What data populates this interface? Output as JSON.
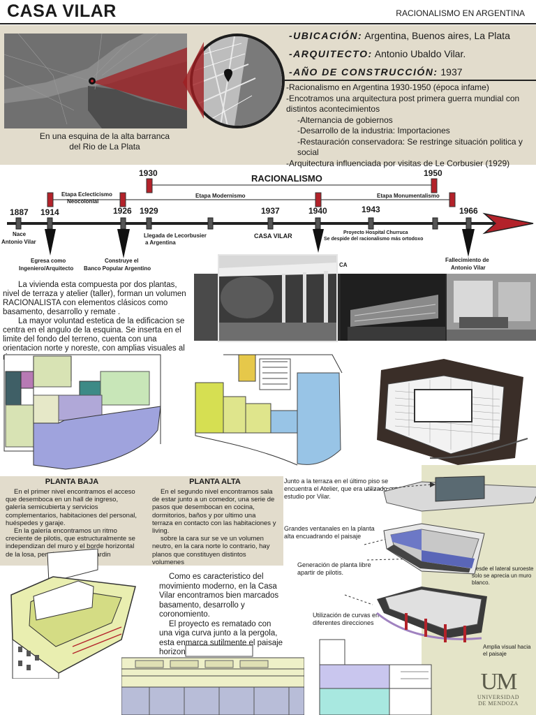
{
  "header": {
    "title": "CASA VILAR",
    "subtitle": "RACIONALISMO EN ARGENTINA"
  },
  "location": {
    "caption_line1": "En una esquina de la alta barranca",
    "caption_line2": "del Rio de La Plata"
  },
  "info": {
    "ubicacion_label": "-UBICACIÓN:",
    "ubicacion_value": " Argentina, Buenos aires, La Plata",
    "arquitecto_label": "-ARQUITECTO:",
    "arquitecto_value": " Antonio Ubaldo Vilar.",
    "anio_label": "-AÑO DE CONSTRUCCIÓN:",
    "anio_value": " 1937"
  },
  "context": {
    "l1": "-Racionalismo en Argentina 1930-1950 (época infame)",
    "l2": "-Encotramos una arquitectura post primera guerra mundial con distintos acontecimientos",
    "l3": "-Alternancia de gobiernos",
    "l4": "-Desarrollo de la industria: Importaciones",
    "l5": "-Restauración conservadora: Se restringe situación politica y social",
    "l6": "-Arquitectura influenciada por visitas de Le Corbusier (1929)"
  },
  "timeline": {
    "racionalismo": "RACIONALISMO",
    "y1930": "1930",
    "y1950": "1950",
    "etapa_eclecticismo_1": "Etapa Eclecticismo",
    "etapa_eclecticismo_2": "Neocolonial",
    "etapa_modernismo": "Etapa Modernismo",
    "etapa_monumentalismo": "Etapa Monumentalismo",
    "y1887": "1887",
    "y1914": "1914",
    "y1926": "1926",
    "y1929": "1929",
    "y1937": "1937",
    "y1940": "1940",
    "y1943": "1943",
    "y1966": "1966",
    "nace_1": "Nace",
    "nace_2": "Antonio Vilar",
    "lecorbusier_1": "Llegada de Lecorbusier",
    "lecorbusier_2": "a Argentina",
    "casa_vilar": "CASA VILAR",
    "hospital_1": "Proyecto Hospital Churruca",
    "hospital_2": "Se despide del racionalismo más ortodoxo",
    "egresa_1": "Egresa como",
    "egresa_2": "Ingeniero/Arquitecto",
    "banco_1": "Construye el",
    "banco_2": "Banco Popular Argentino",
    "fallece_1": "Fallecimiento de",
    "fallece_2": "Antonio Vilar",
    "photo_ca": "CA"
  },
  "description": {
    "p1": "La vivienda esta compuesta por dos plantas, nivel de terraza y atelier (taller), forman un volumen RACIONALISTA con elementos clásicos como basamento, desarrollo y remate .",
    "p2": "La mayor voluntad estetica de la edificacion se centra en el angulo de la esquina. Se inserta en el limite del fondo del terreno, cuenta con una orientacion norte y noreste, con amplias visuales al rio."
  },
  "planta_baja": {
    "title": "PLANTA BAJA",
    "p1": "En el primer nivel encontramos el acceso que desemboca en un hall de ingreso, galería semicubierta y servicios complementarios, habitaciones del personal, huéspedes y garaje.",
    "p2": "En la galería encontramos un ritmo creciente de pilotis, que estructuralmente se independizan del muro y el borde horizontal de la losa, permite apreciar el jardin"
  },
  "planta_alta": {
    "title": "PLANTA ALTA",
    "p1": "En el segundo nivel encontramos sala de estar junto a un comedor, una serie de pasos que desembocan en cocina, dormitorios, baños y por ultimo una terraza en contacto con las habitaciones y living.",
    "p2": "sobre la cara sur se ve un volumen neutro, en la cara norte lo contrario, hay planos que constituyen distintos volumenes"
  },
  "annotations": {
    "a1": "Junto a la terraza en el último piso se encuentra el Atelier, que era utilizado como estudio por Vilar.",
    "a2": "Grandes ventanales en la planta alta encuadrando  el paisaje",
    "a3": "Generación de planta libre apartir de pilotis.",
    "a4": "Desde el lateral suroeste solo se aprecia un muro blanco.",
    "a5": "Utilización de curvas en diferentes direcciones",
    "a6": "Amplia visual hacia el paisaje"
  },
  "summary": {
    "p1": "Como es caracteristico del movimiento moderno,  en la Casa Vilar encontramos bien marcados basamento, desarrollo y coronomiento.",
    "p2": "El proyecto es rematado con una viga curva junto a la pergola, esta enmarca sutilmente el paisaje horizontal."
  },
  "university": {
    "logo": "UM",
    "line1": "UNIVERSIDAD",
    "line2": "DE MENDOZA"
  },
  "colors": {
    "accent_red": "#b3222a",
    "beige": "#e2dccc",
    "plan_lavender": "#9fa3dd",
    "plan_yellow": "#dfe58c",
    "plan_green": "#c8e6b8",
    "plan_blue": "#98c4e6",
    "plan_teal": "#3d8a86"
  }
}
